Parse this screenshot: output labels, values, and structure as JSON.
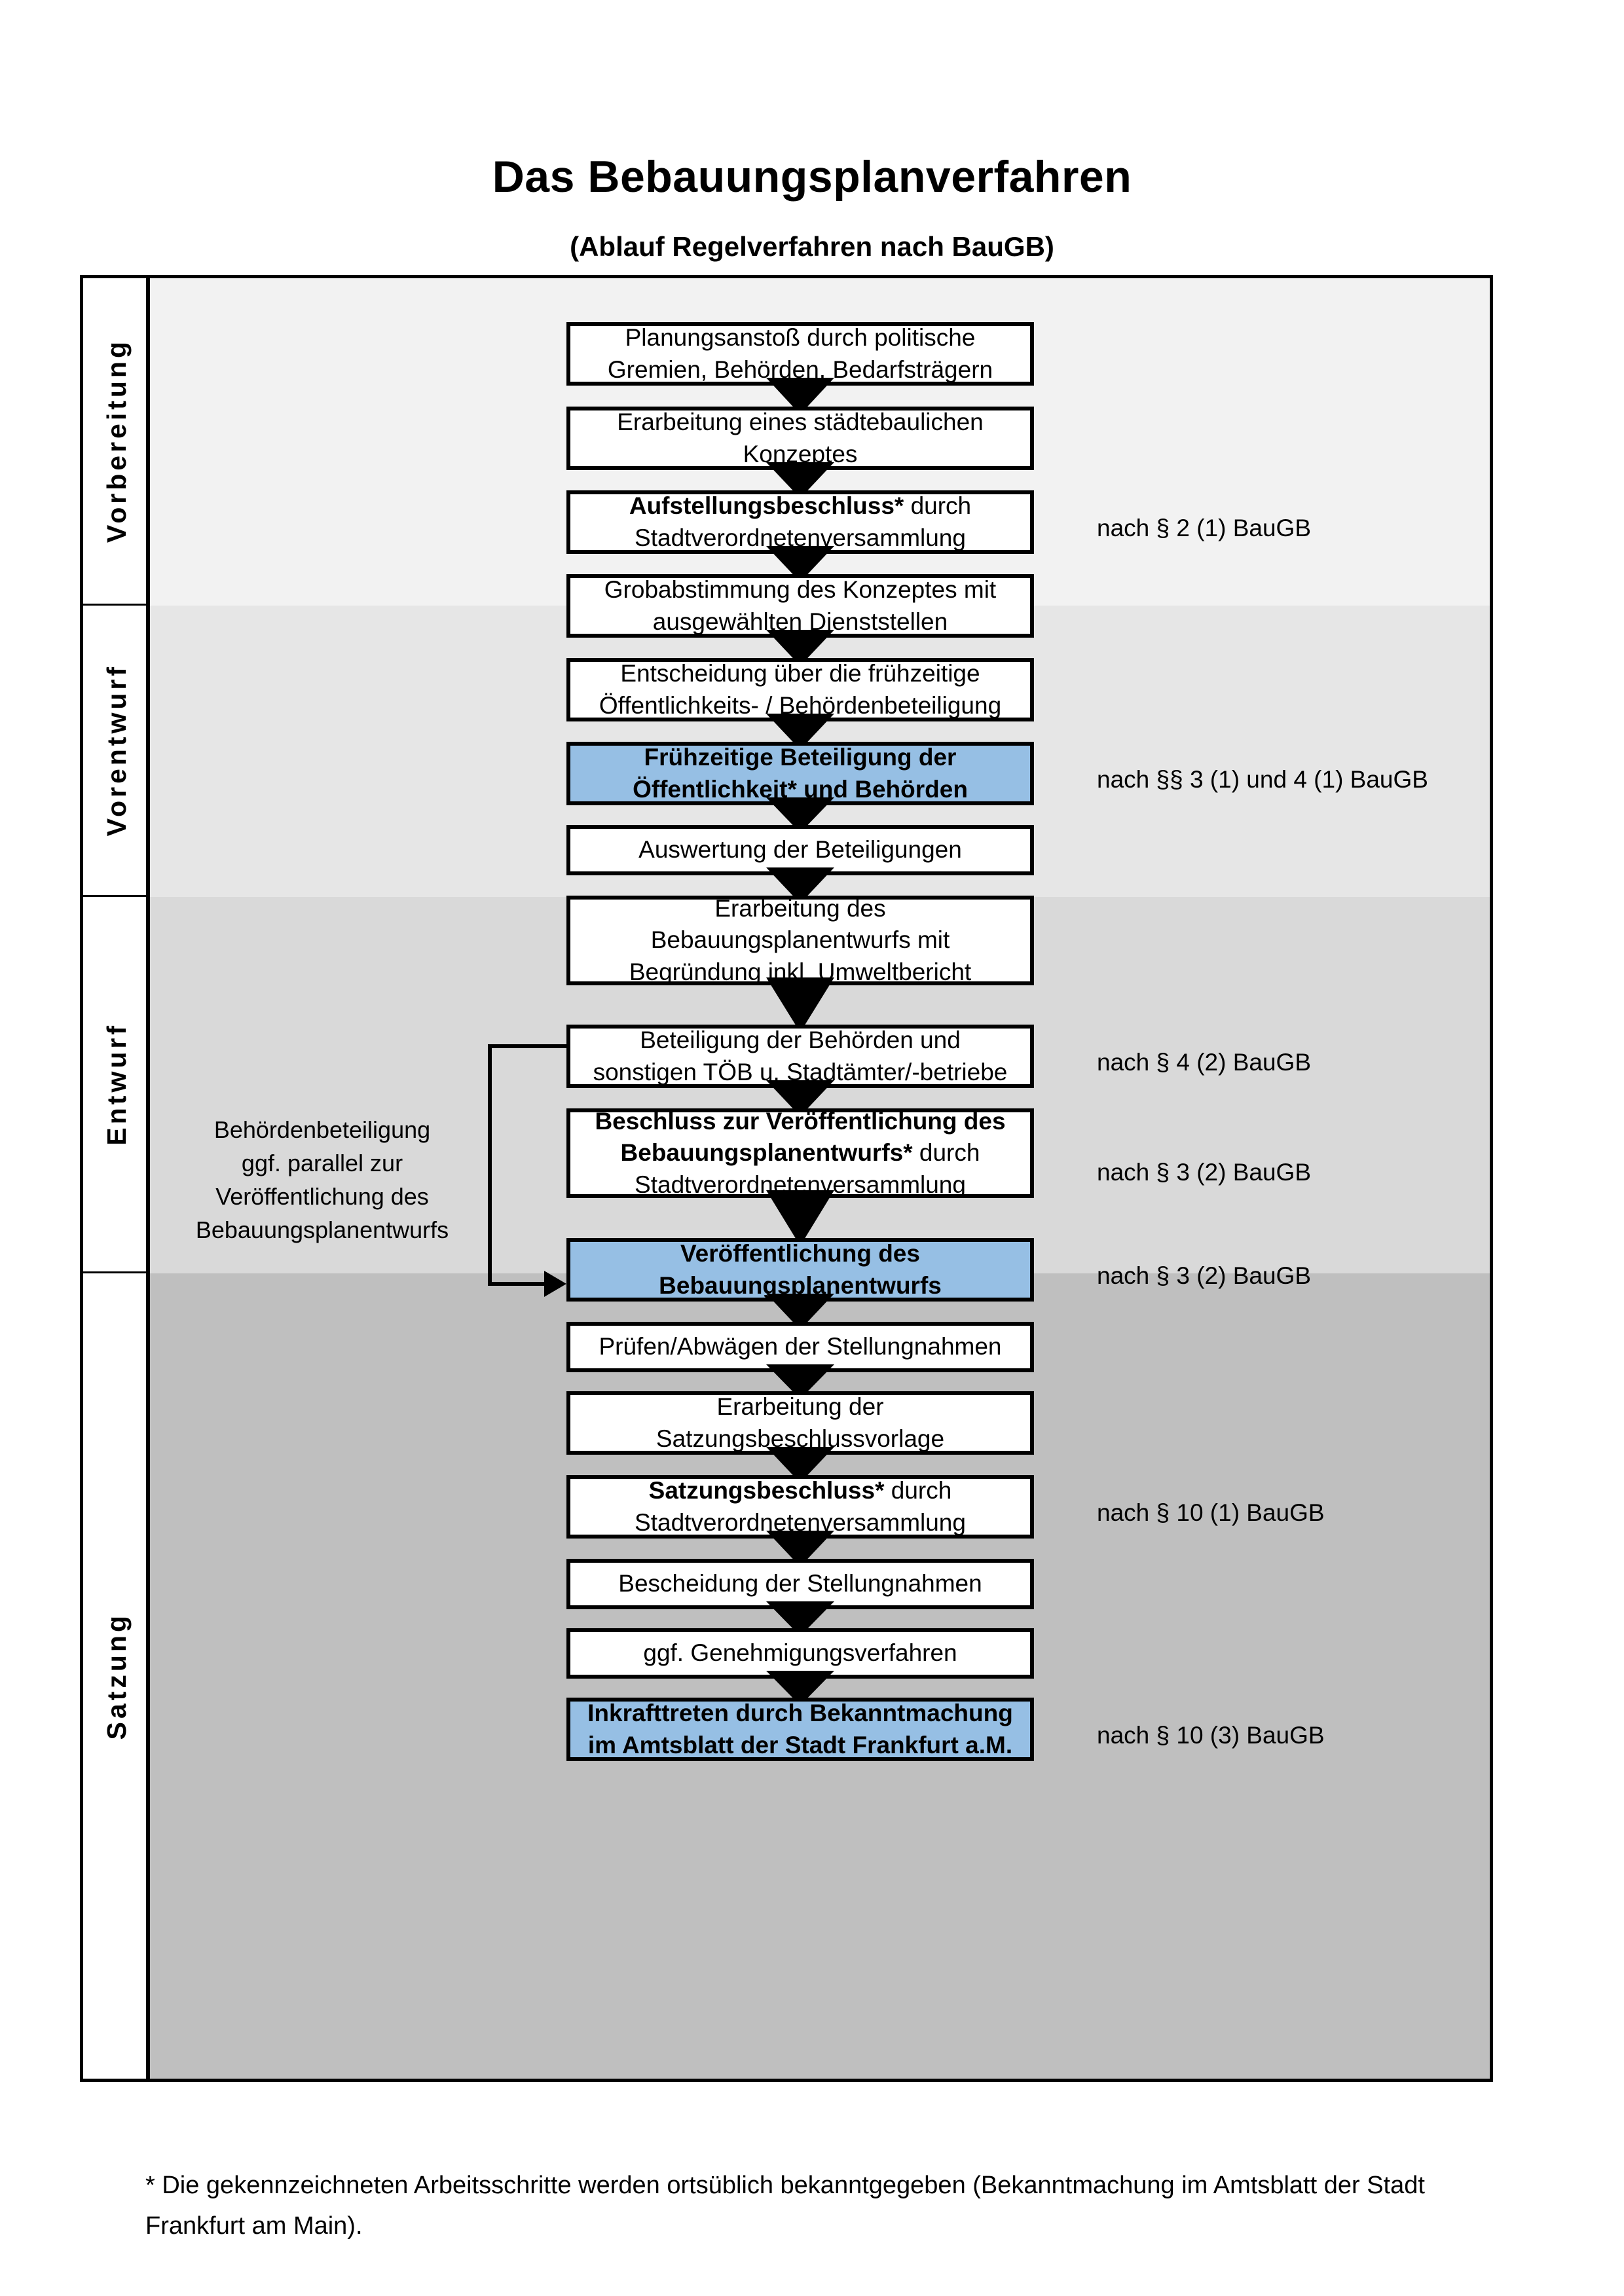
{
  "document": {
    "title": "Das Bebauungsplanverfahren",
    "subtitle": "(Ablauf Regelverfahren nach BauGB)",
    "footnote": "* Die gekennzeichneten Arbeitsschritte werden ortsüblich bekanntgegeben (Bekanntmachung im Amtsblatt  der Stadt Frankfurt am Main)."
  },
  "colors": {
    "highlight": "#96bfe4",
    "band_vorbereitung": "#f2f2f2",
    "band_vorentwurf": "#e6e6e6",
    "band_entwurf": "#d9d9d9",
    "band_satzung": "#bfbfbf",
    "box_border": "#000000",
    "box_fill": "#ffffff"
  },
  "sections": [
    {
      "id": "vorbereitung",
      "label": "Vorbereitung"
    },
    {
      "id": "vorentwurf",
      "label": "Vorentwurf"
    },
    {
      "id": "entwurf",
      "label": "Entwurf"
    },
    {
      "id": "satzung",
      "label": "Satzung"
    }
  ],
  "steps": [
    {
      "id": "planungsanstoss",
      "section": "vorbereitung",
      "highlight": false,
      "lines": [
        {
          "text": "Planungsanstoß durch politische",
          "bold": false
        },
        {
          "text": "Gremien, Behörden, Bedarfsträgern",
          "bold": false
        }
      ]
    },
    {
      "id": "staedtebauliches-konzept",
      "section": "vorbereitung",
      "highlight": false,
      "lines": [
        {
          "text": "Erarbeitung eines städtebaulichen",
          "bold": false
        },
        {
          "text": "Konzeptes",
          "bold": false
        }
      ]
    },
    {
      "id": "aufstellungsbeschluss",
      "section": "vorbereitung",
      "highlight": false,
      "lines": [
        {
          "text": "Aufstellungsbeschluss*",
          "bold": true,
          "suffix": " durch"
        },
        {
          "text": "Stadtverordnetenversammlung",
          "bold": false
        }
      ]
    },
    {
      "id": "grobabstimmung",
      "section": "vorentwurf",
      "highlight": false,
      "lines": [
        {
          "text": "Grobabstimmung des Konzeptes mit",
          "bold": false
        },
        {
          "text": "ausgewählten Dienststellen",
          "bold": false
        }
      ]
    },
    {
      "id": "entscheidung-fruehzeitige-beteiligung",
      "section": "vorentwurf",
      "highlight": false,
      "lines": [
        {
          "text": "Entscheidung über die frühzeitige",
          "bold": false
        },
        {
          "text": "Öffentlichkeits- / Behördenbeteiligung",
          "bold": false
        }
      ]
    },
    {
      "id": "fruehzeitige-beteiligung",
      "section": "vorentwurf",
      "highlight": true,
      "lines": [
        {
          "text": "Frühzeitige Beteiligung der",
          "bold": true
        },
        {
          "text": "Öffentlichkeit* und Behörden",
          "bold": true
        }
      ]
    },
    {
      "id": "auswertung-beteiligungen",
      "section": "entwurf",
      "highlight": false,
      "lines": [
        {
          "text": "Auswertung der Beteiligungen",
          "bold": false
        }
      ]
    },
    {
      "id": "erarbeitung-bplan-entwurf",
      "section": "entwurf",
      "highlight": false,
      "lines": [
        {
          "text": "Erarbeitung des",
          "bold": false
        },
        {
          "text": "Bebauungsplanentwurfs mit",
          "bold": false
        },
        {
          "text": "Begründung inkl. Umweltbericht",
          "bold": false
        }
      ]
    },
    {
      "id": "beteiligung-behoerden-toeb",
      "section": "entwurf",
      "highlight": false,
      "lines": [
        {
          "text": "Beteiligung der Behörden und",
          "bold": false
        },
        {
          "text": "sonstigen TÖB u. Stadtämter/-betriebe",
          "bold": false
        }
      ]
    },
    {
      "id": "beschluss-veroeffentlichung",
      "section": "entwurf",
      "highlight": false,
      "lines": [
        {
          "text": "Beschluss zur Veröffentlichung des",
          "bold": true
        },
        {
          "text": "Bebauungsplanentwurfs*",
          "bold": true,
          "suffix": " durch"
        },
        {
          "text": "Stadtverordnetenversammlung",
          "bold": false
        }
      ]
    },
    {
      "id": "veroeffentlichung-bplan",
      "section": "entwurf",
      "highlight": true,
      "lines": [
        {
          "text": "Veröffentlichung des",
          "bold": true
        },
        {
          "text": "Bebauungsplanentwurfs",
          "bold": true
        }
      ]
    },
    {
      "id": "pruefen-abwaegen",
      "section": "satzung",
      "highlight": false,
      "lines": [
        {
          "text": "Prüfen/Abwägen der Stellungnahmen",
          "bold": false
        }
      ]
    },
    {
      "id": "erarbeitung-satzungsbeschlussvorlage",
      "section": "satzung",
      "highlight": false,
      "lines": [
        {
          "text": "Erarbeitung der",
          "bold": false
        },
        {
          "text": "Satzungsbeschlussvorlage",
          "bold": false
        }
      ]
    },
    {
      "id": "satzungsbeschluss",
      "section": "satzung",
      "highlight": false,
      "lines": [
        {
          "text": "Satzungsbeschluss*",
          "bold": true,
          "suffix": " durch"
        },
        {
          "text": "Stadtverordnetenversammlung",
          "bold": false
        }
      ]
    },
    {
      "id": "bescheidung-stellungnahmen",
      "section": "satzung",
      "highlight": false,
      "lines": [
        {
          "text": "Bescheidung der Stellungnahmen",
          "bold": false
        }
      ]
    },
    {
      "id": "genehmigungsverfahren",
      "section": "satzung",
      "highlight": false,
      "lines": [
        {
          "text": "ggf. Genehmigungsverfahren",
          "bold": false
        }
      ]
    },
    {
      "id": "inkrafttreten",
      "section": "satzung",
      "highlight": true,
      "lines": [
        {
          "text": "Inkrafttreten",
          "bold": true,
          "suffix": " durch Bekanntmachung"
        },
        {
          "text": "im Amtsblatt der Stadt Frankfurt a.M.",
          "bold": false
        }
      ]
    }
  ],
  "legal_notes": [
    {
      "id": "note-par2-1",
      "text": "nach § 2 (1) BauGB",
      "for_step": "aufstellungsbeschluss"
    },
    {
      "id": "note-par3-1-4-1",
      "text": "nach §§ 3 (1) und 4 (1) BauGB",
      "for_step": "fruehzeitige-beteiligung"
    },
    {
      "id": "note-par4-2",
      "text": "nach § 4 (2) BauGB",
      "for_step": "beteiligung-behoerden-toeb"
    },
    {
      "id": "note-par3-2a",
      "text": "nach § 3 (2) BauGB",
      "for_step": "beschluss-veroeffentlichung"
    },
    {
      "id": "note-par3-2b",
      "text": "nach § 3 (2) BauGB",
      "for_step": "veroeffentlichung-bplan"
    },
    {
      "id": "note-par10-1",
      "text": "nach § 10 (1) BauGB",
      "for_step": "satzungsbeschluss"
    },
    {
      "id": "note-par10-3",
      "text": "nach § 10 (3) BauGB",
      "for_step": "inkrafttreten"
    }
  ],
  "side_note": {
    "id": "behoerdenbeteiligung-parallel",
    "lines": [
      "Behördenbeteiligung",
      "ggf. parallel zur",
      "Veröffentlichung des",
      "Bebauungsplanentwurfs"
    ]
  }
}
